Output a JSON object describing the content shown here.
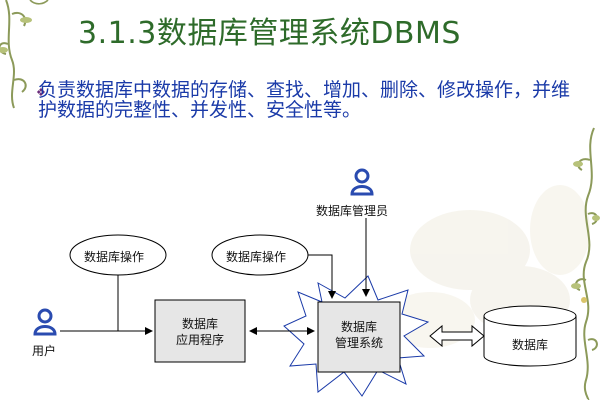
{
  "slide": {
    "title": "3.1.3数据库管理系统DBMS",
    "bullet_text": "负责数据库中数据的存储、查找、增加、删除、修改操作，并维护数据的完整性、并发性、安全性等。"
  },
  "diagram": {
    "user_label": "用户",
    "dba_label": "数据库管理员",
    "db_op_label_1": "数据库操作",
    "db_op_label_2": "数据库操作",
    "app_label_line1": "数据库",
    "app_label_line2": "应用程序",
    "dbms_label_line1": "数据库",
    "dbms_label_line2": "管理系统",
    "database_label": "数据库"
  },
  "colors": {
    "title": "#2e6b2a",
    "bullet_text": "#1a3aa8",
    "bullet_mark": "#6a2c7a",
    "person_icon": "#2a4bb0",
    "box_fill": "#e6e6e6"
  },
  "icons": {
    "bullet": "diamond-bullet-icon",
    "user": "person-icon",
    "dba": "person-icon",
    "left_vine": "vine-decoration-icon",
    "right_vine": "vine-decoration-icon"
  }
}
